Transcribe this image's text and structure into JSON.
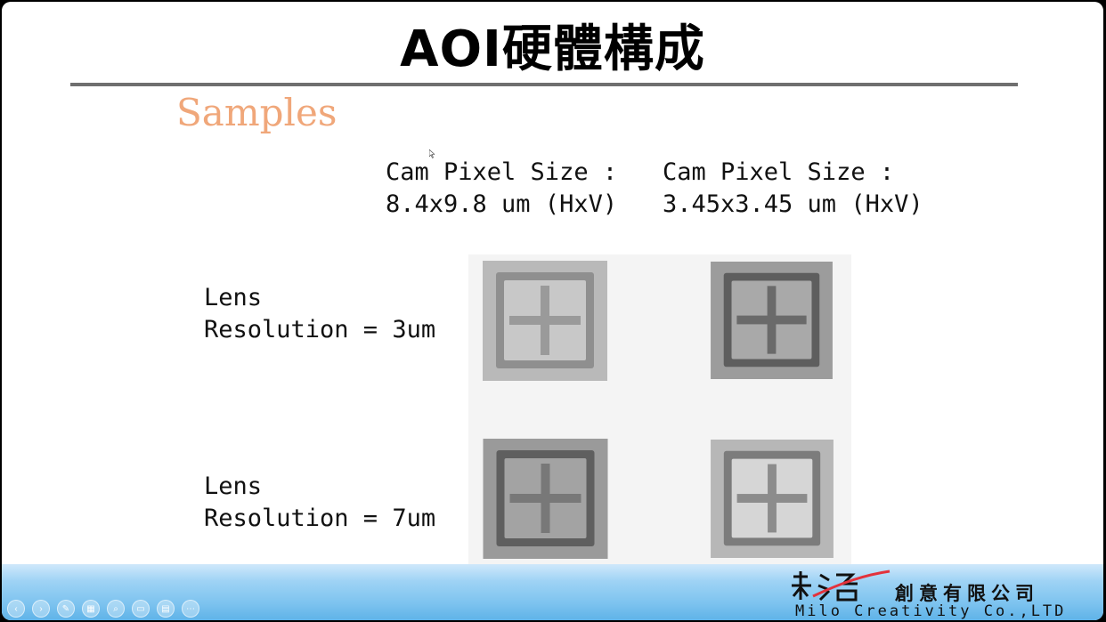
{
  "slide": {
    "title": "AOI硬體構成",
    "subtitle": "Samples"
  },
  "columns": [
    {
      "line1": "Cam Pixel Size :",
      "line2": "8.4x9.8 um (HxV)"
    },
    {
      "line1": "Cam Pixel Size :",
      "line2": "3.45x3.45 um (HxV)"
    }
  ],
  "rows": [
    {
      "line1": "Lens",
      "line2": "Resolution = 3um"
    },
    {
      "line1": "Lens",
      "line2": "Resolution = 7um"
    }
  ],
  "samples": [
    {
      "name": "sample-3um-8.4px",
      "bg": "#b9b9b9",
      "frame": "#8f8f8f",
      "inner": "#c8c8c8",
      "cross": "#9a9a9a"
    },
    {
      "name": "sample-3um-3.45px",
      "bg": "#9c9c9c",
      "frame": "#5e5e5e",
      "inner": "#a9a9a9",
      "cross": "#6a6a6a"
    },
    {
      "name": "sample-7um-8.4px",
      "bg": "#9a9a9a",
      "frame": "#5f5f5f",
      "inner": "#a3a3a3",
      "cross": "#787878"
    },
    {
      "name": "sample-7um-3.45px",
      "bg": "#b7b7b7",
      "frame": "#7c7c7c",
      "inner": "#d6d6d6",
      "cross": "#8c8c8c"
    }
  ],
  "logo": {
    "chinese": "創意有限公司",
    "english": "Milo Creativity Co.,LTD",
    "accent_color": "#e3323c"
  },
  "toolbar_icons": [
    "prev-icon",
    "next-icon",
    "pen-icon",
    "grid-icon",
    "zoom-icon",
    "screen-icon",
    "subtitle-icon",
    "more-icon"
  ]
}
